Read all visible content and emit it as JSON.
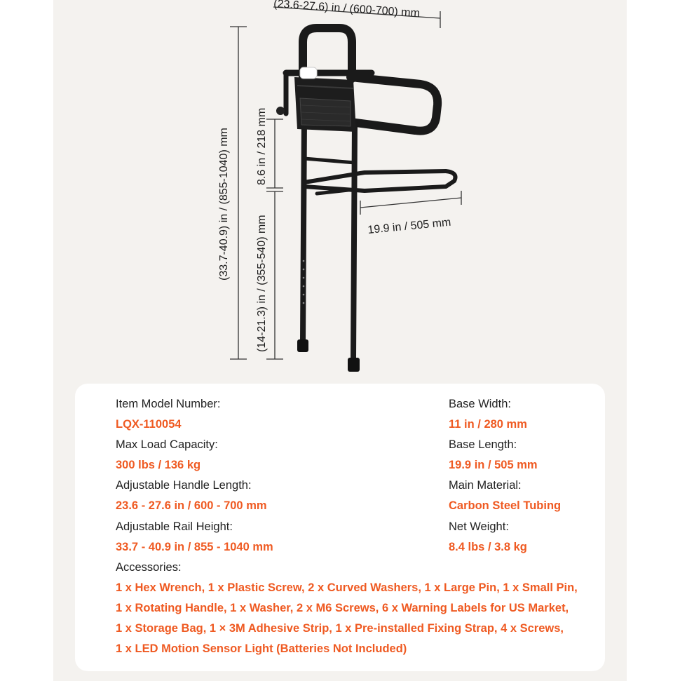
{
  "dimensions": {
    "handle_length": "(23.6-27.6) in / (600-700) mm",
    "total_height": "(33.7-40.9) in / (855-1040) mm",
    "upper_section": "8.6 in / 218 mm",
    "leg_height": "(14-21.3) in / (355-540) mm",
    "base_length": "19.9 in / 505 mm"
  },
  "specs": {
    "model_label": "Item Model Number:",
    "model_value": "LQX-110054",
    "load_label": "Max Load Capacity:",
    "load_value": "300 lbs / 136 kg",
    "handle_label": "Adjustable Handle Length:",
    "handle_value": "23.6 - 27.6 in / 600 - 700 mm",
    "rail_label": "Adjustable Rail Height:",
    "rail_value": "33.7 - 40.9 in / 855 - 1040 mm",
    "base_width_label": "Base Width:",
    "base_width_value": "11 in / 280 mm",
    "base_length_label": "Base Length:",
    "base_length_value": "19.9 in / 505 mm",
    "material_label": "Main Material:",
    "material_value": "Carbon Steel Tubing",
    "weight_label": "Net Weight:",
    "weight_value": "8.4 lbs / 3.8 kg",
    "accessories_label": "Accessories:",
    "accessories_lines": [
      "1 x Hex Wrench, 1 x Plastic Screw, 2 x Curved Washers, 1 x Large Pin, 1 x Small Pin,",
      "1 x Rotating Handle, 1 x Washer, 2 x M6 Screws, 6 x Warning Labels for US Market,",
      "1 x Storage Bag, 1 × 3M Adhesive Strip, 1 x Pre-installed Fixing Strap, 4 x Screws,",
      "1 x LED Motion Sensor Light (Batteries Not Included)"
    ]
  },
  "colors": {
    "accent": "#ef5a22",
    "panel_bg": "#f4f2ef",
    "frame": "#1a1a1a"
  }
}
